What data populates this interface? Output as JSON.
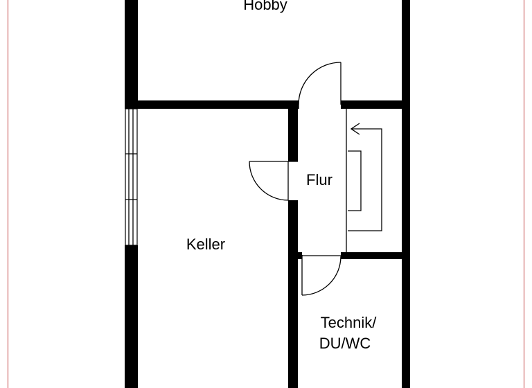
{
  "plan": {
    "frame_color": "#c04040",
    "wall_color": "#000000",
    "rooms": {
      "hobby": "Hobby",
      "flur": "Flur",
      "keller": "Keller",
      "technik_line1": "Technik/",
      "technik_line2": "DU/WC"
    }
  }
}
